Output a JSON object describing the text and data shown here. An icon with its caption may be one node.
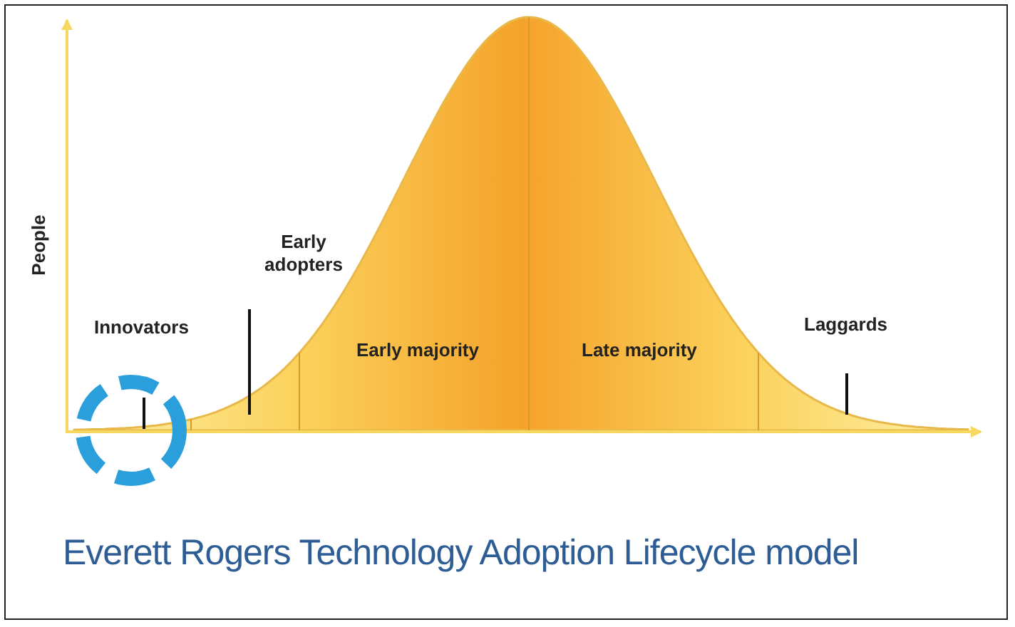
{
  "diagram": {
    "caption": "Everett Rogers Technology Adoption Lifecycle model",
    "labels": [
      "People",
      "Early adopters",
      "Innovators",
      "Early majority",
      "Late majority",
      "Laggards"
    ]
  }
}
